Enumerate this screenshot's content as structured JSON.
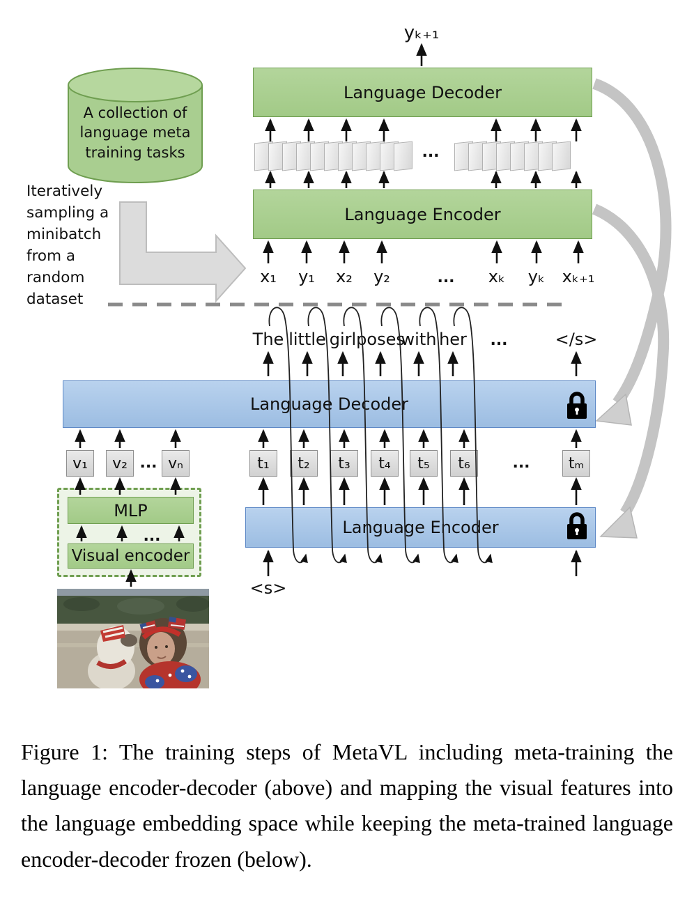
{
  "colors": {
    "box_green_fill": "#a9ce90",
    "box_green_border": "#6f9e50",
    "box_blue_fill": "#a8c6e8",
    "box_blue_border": "#5b87c5",
    "token_gray": "#d9d9d9",
    "big_arrow_gray": "#c7c7c7",
    "dashed_divider_gray": "#8a8a8a"
  },
  "meta_stage": {
    "output_label": "yₖ₊₁",
    "decoder_label": "Language Decoder",
    "encoder_label": "Language Encoder",
    "stack_ellipsis": "...",
    "input_labels": [
      "x₁",
      "y₁",
      "x₂",
      "y₂",
      "...",
      "xₖ",
      "yₖ",
      "xₖ₊₁"
    ],
    "dataset_cylinder_text": "A collection of language meta training tasks",
    "sampling_note": "Iteratively sampling a minibatch from a random dataset"
  },
  "vl_stage": {
    "caption_words": [
      "The",
      "little",
      "girl",
      "poses",
      "with",
      "her",
      "...",
      "</s>"
    ],
    "decoder_label": "Language Decoder",
    "encoder_label": "Language Encoder",
    "visual_tokens": [
      "v₁",
      "v₂",
      "...",
      "vₙ"
    ],
    "text_tokens": [
      "t₁",
      "t₂",
      "t₃",
      "t₄",
      "t₅",
      "t₆",
      "...",
      "tₘ"
    ],
    "mlp_label": "MLP",
    "visual_encoder_label": "Visual encoder",
    "mlp_ellipsis": "...",
    "start_token": "<s>"
  },
  "figure_caption": "Figure 1: The training steps of MetaVL including meta-training the language encoder-decoder (above) and mapping the visual features into the language embedding space while keeping the meta-trained language encoder-decoder frozen (below)."
}
